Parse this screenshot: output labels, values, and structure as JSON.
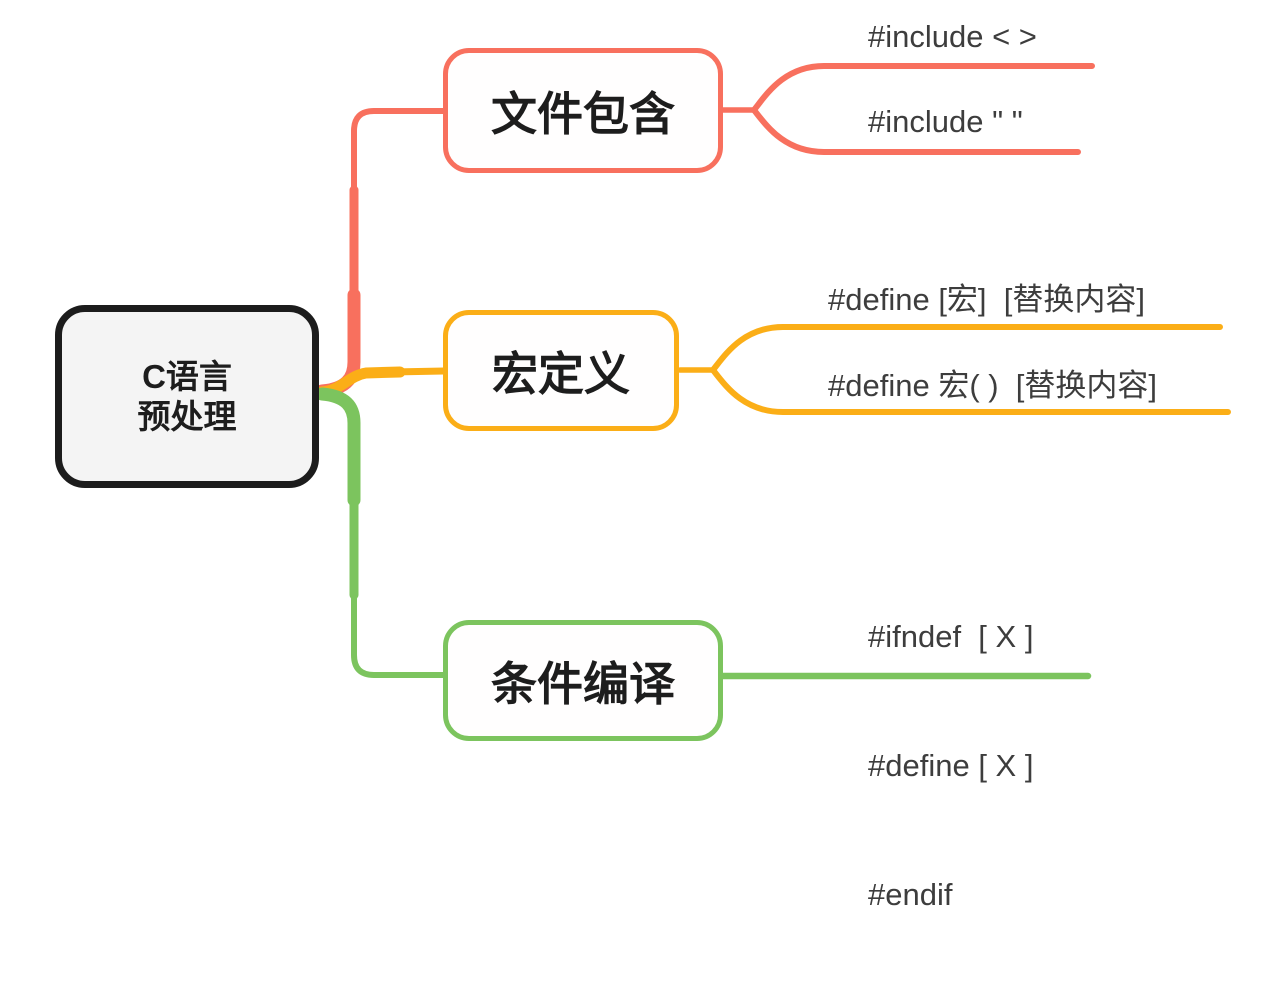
{
  "root": {
    "title_line1": "C语言",
    "title_line2": "预处理"
  },
  "branches": [
    {
      "label": "文件包含",
      "color": "#F8705E",
      "children": [
        {
          "text": "#include < >"
        },
        {
          "text": "#include \" \""
        }
      ]
    },
    {
      "label": "宏定义",
      "color": "#FBAE17",
      "children": [
        {
          "text": "#define [宏]  [替换内容]"
        },
        {
          "text": "#define 宏( )  [替换内容]"
        }
      ]
    },
    {
      "label": "条件编译",
      "color": "#7CC45E",
      "children": [
        {
          "lines": [
            "#ifndef  [ X ]",
            "#define [ X ]",
            "#endif"
          ]
        }
      ]
    }
  ],
  "palette": {
    "background": "#FFFFFF",
    "root_border": "#1C1C1C",
    "root_fill": "#F4F4F4",
    "node_fill": "#FFFFFF",
    "node_text": "#1D1D1D",
    "child_text": "#3D3D3D"
  }
}
